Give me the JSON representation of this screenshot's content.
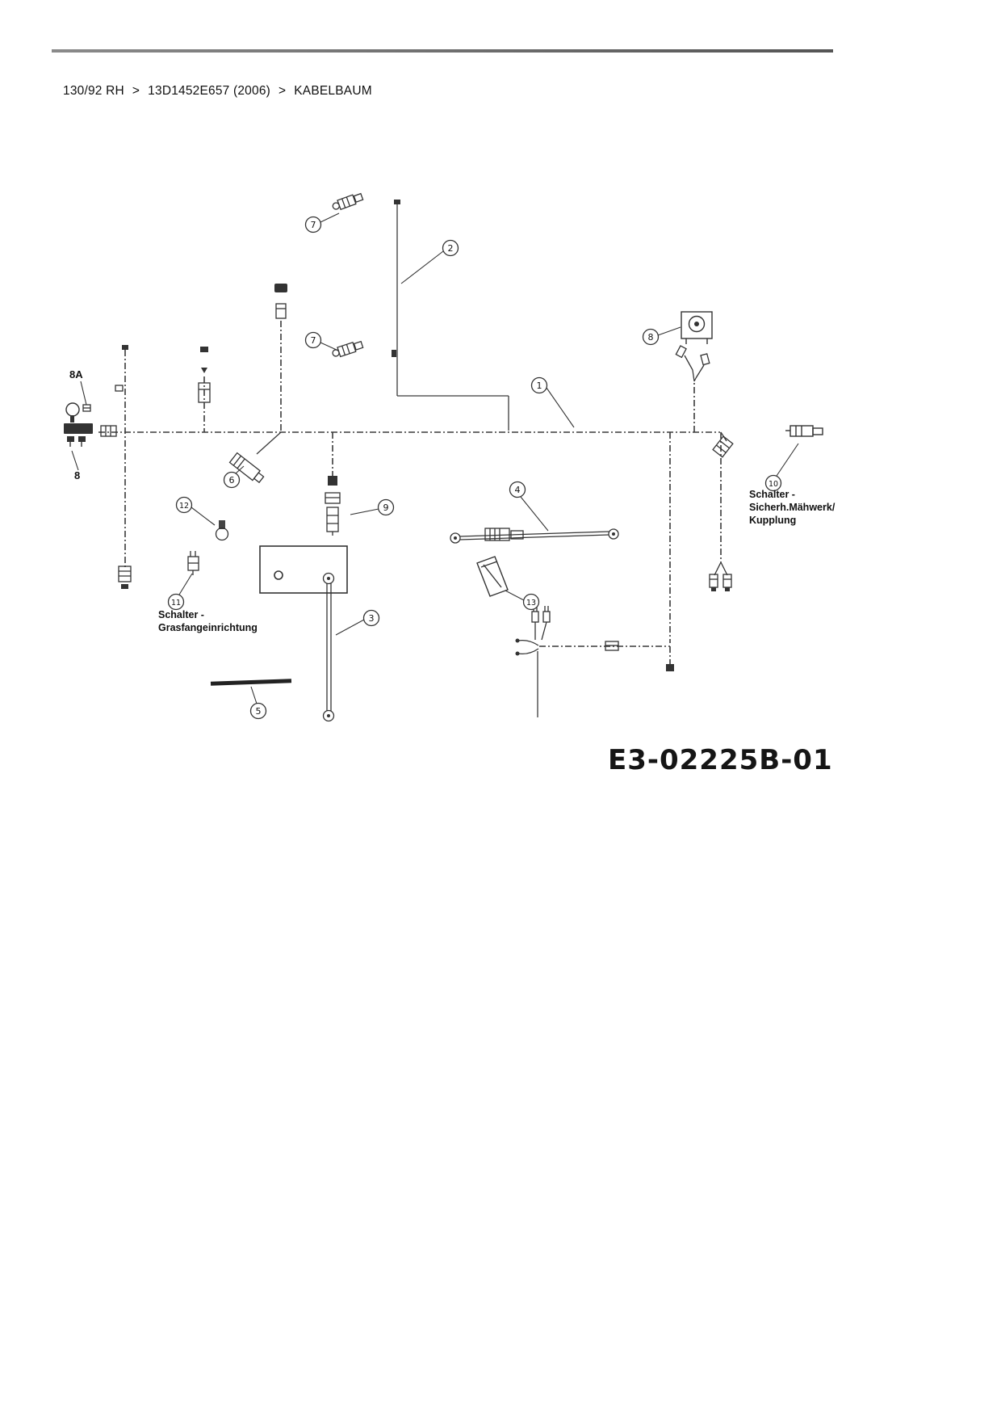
{
  "breadcrumb": {
    "items": [
      "130/92 RH",
      "13D1452E657 (2006)",
      "KABELBAUM"
    ],
    "separator": ">"
  },
  "diagram": {
    "drawing_number": "E3-02225B-01",
    "callouts": [
      {
        "label": "7"
      },
      {
        "label": "2"
      },
      {
        "label": "7"
      },
      {
        "label": "8"
      },
      {
        "label": "1"
      },
      {
        "label": "6"
      },
      {
        "label": "12"
      },
      {
        "label": "9"
      },
      {
        "label": "4"
      },
      {
        "label": "10"
      },
      {
        "label": "11"
      },
      {
        "label": "3"
      },
      {
        "label": "13"
      },
      {
        "label": "5"
      }
    ],
    "labels": {
      "fuse": "8A",
      "key_switch": "8",
      "switch_mower_line1": "Schalter -",
      "switch_mower_line2": "Sicherh.Mähwerk/",
      "switch_mower_line3": "Kupplung",
      "switch_grass_line1": "Schalter -",
      "switch_grass_line2": "Grasfangeinrichtung"
    }
  }
}
